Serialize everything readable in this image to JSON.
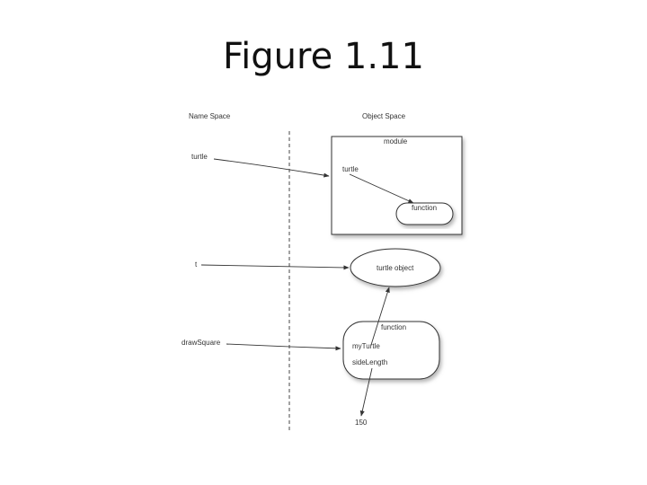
{
  "slide": {
    "title": "Figure 1.11"
  },
  "diagram": {
    "headers": {
      "name_space": "Name Space",
      "object_space": "Object Space"
    },
    "names": {
      "turtle": "turtle",
      "t": "t",
      "drawsquare": "drawSquare"
    },
    "objects": {
      "module_label": "module",
      "module_turtle": "turtle",
      "function_in_module": "function",
      "turtle_object": "turtle object",
      "function_frame_label": "function",
      "param_myturtle": "myTurtle",
      "param_sidelength": "sideLength",
      "value_150": "150"
    },
    "colors": {
      "stroke": "#333333",
      "shadow": "#9a9a9a"
    }
  }
}
